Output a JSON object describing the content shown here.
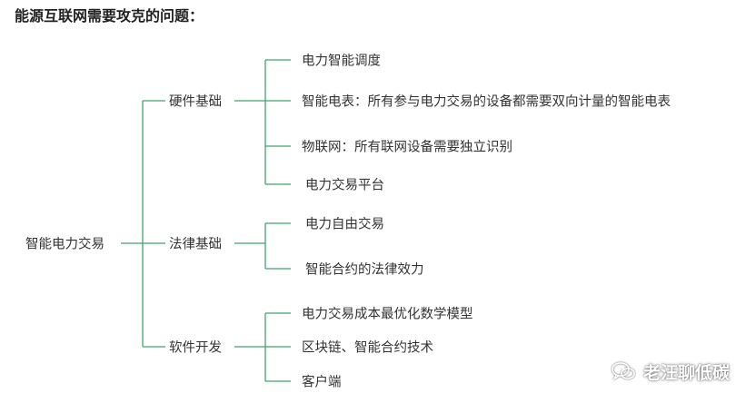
{
  "title": "能源互联网需要攻克的问题：",
  "colors": {
    "line": "#3fa66a",
    "text": "#333333"
  },
  "tree": {
    "root": "智能电力交易",
    "branches": [
      {
        "label": "硬件基础",
        "children": [
          "电力智能调度",
          "智能电表：所有参与电力交易的设备都需要双向计量的智能电表",
          "物联网：所有联网设备需要独立识别",
          "电力交易平台"
        ]
      },
      {
        "label": "法律基础",
        "children": [
          "电力自由交易",
          "智能合约的法律效力"
        ]
      },
      {
        "label": "软件开发",
        "children": [
          "电力交易成本最优化数学模型",
          "区块链、智能合约技术",
          "客户端"
        ]
      }
    ]
  },
  "watermark": {
    "icon": "wechat-icon",
    "text": "老汪聊低碳"
  }
}
